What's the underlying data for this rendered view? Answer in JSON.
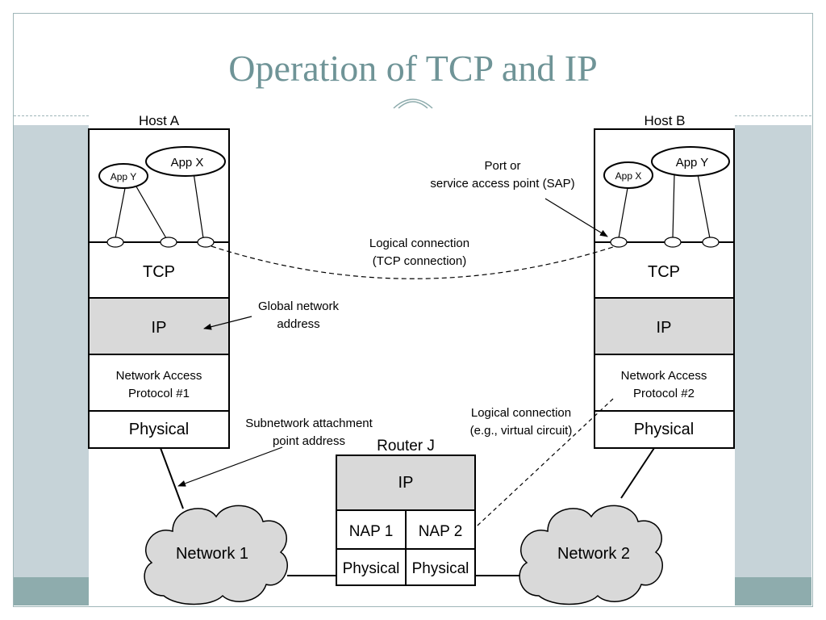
{
  "slide": {
    "title": "Operation of TCP and IP"
  },
  "host_a": {
    "name": "Host A",
    "app_y": "App Y",
    "app_x": "App X",
    "tcp": "TCP",
    "ip": "IP",
    "nap_line1": "Network Access",
    "nap_line2": "Protocol #1",
    "physical": "Physical"
  },
  "host_b": {
    "name": "Host B",
    "app_x": "App X",
    "app_y": "App Y",
    "tcp": "TCP",
    "ip": "IP",
    "nap_line1": "Network Access",
    "nap_line2": "Protocol #2",
    "physical": "Physical"
  },
  "router": {
    "name": "Router J",
    "ip": "IP",
    "nap1": "NAP 1",
    "nap2": "NAP 2",
    "physical1": "Physical",
    "physical2": "Physical"
  },
  "networks": {
    "network1": "Network 1",
    "network2": "Network 2"
  },
  "annotations": {
    "port_line1": "Port or",
    "port_line2": "service access point (SAP)",
    "logical_tcp_line1": "Logical connection",
    "logical_tcp_line2": "(TCP connection)",
    "global_line1": "Global network",
    "global_line2": "address",
    "subnet_line1": "Subnetwork attachment",
    "subnet_line2": "point address",
    "logical_vc_line1": "Logical connection",
    "logical_vc_line2": "(e.g., virtual circuit)"
  },
  "colors": {
    "title": "#6f9497",
    "side_band": "#c6d3d8",
    "footer_band": "#8eacad",
    "ip_layer_fill": "#d9d9d9",
    "cloud_fill": "#d9d9d9"
  }
}
